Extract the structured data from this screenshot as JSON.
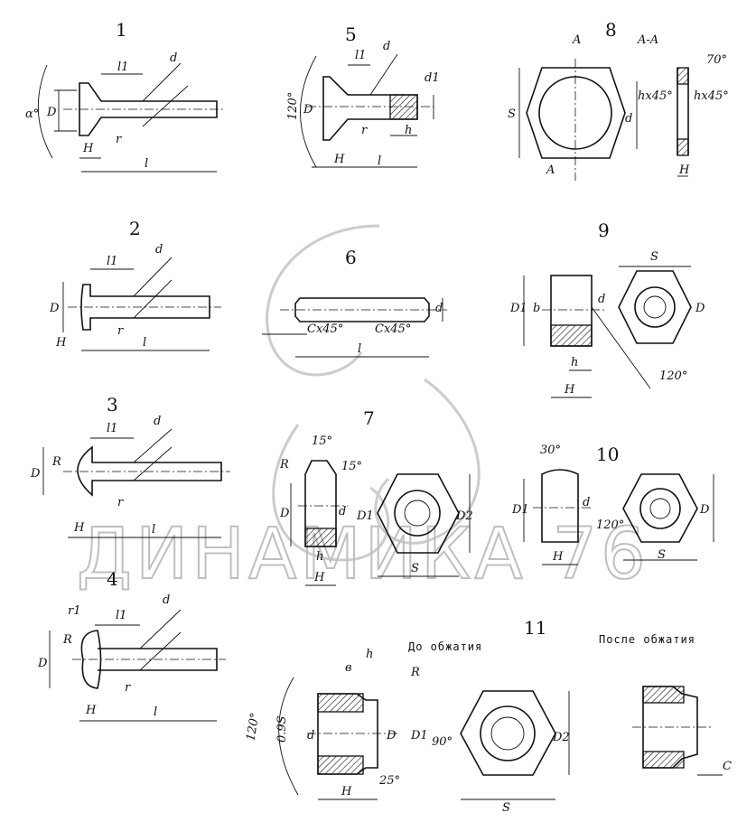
{
  "watermark": "ДИНАМИКА 76",
  "figures": [
    {
      "id": "fig1",
      "number": "1",
      "labels": [
        "l1",
        "d",
        "α°",
        "D",
        "H",
        "r",
        "l"
      ]
    },
    {
      "id": "fig2",
      "number": "2",
      "labels": [
        "l1",
        "d",
        "D",
        "H",
        "r",
        "l"
      ]
    },
    {
      "id": "fig3",
      "number": "3",
      "labels": [
        "l1",
        "d",
        "R",
        "D",
        "H",
        "r",
        "l"
      ]
    },
    {
      "id": "fig4",
      "number": "4",
      "labels": [
        "r1",
        "l1",
        "d",
        "R",
        "D",
        "H",
        "r",
        "l"
      ]
    },
    {
      "id": "fig5",
      "number": "5",
      "labels": [
        "l1",
        "d",
        "120°",
        "D",
        "d1",
        "H",
        "r",
        "l",
        "h"
      ]
    },
    {
      "id": "fig6",
      "number": "6",
      "labels": [
        "d",
        "Cx45°",
        "Cx45°",
        "l"
      ]
    },
    {
      "id": "fig7",
      "number": "7",
      "labels": [
        "15°",
        "R",
        "15°",
        "D",
        "d",
        "D1",
        "h",
        "H",
        "D2",
        "S"
      ]
    },
    {
      "id": "fig8",
      "number": "8",
      "labels": [
        "A",
        "A-A",
        "70°",
        "S",
        "hx45°",
        "hx45°",
        "d",
        "A",
        "H"
      ]
    },
    {
      "id": "fig9",
      "number": "9",
      "labels": [
        "S",
        "D1",
        "b",
        "d",
        "D",
        "h",
        "H",
        "120°"
      ]
    },
    {
      "id": "fig10",
      "number": "10",
      "labels": [
        "30°",
        "D1",
        "d",
        "120°",
        "H",
        "D",
        "S"
      ]
    },
    {
      "id": "fig11",
      "number": "11",
      "labels": [
        "в",
        "h",
        "R",
        "120°",
        "0.9S",
        "d",
        "D",
        "D1",
        "90°",
        "25°",
        "H",
        "D2",
        "S",
        "C"
      ]
    }
  ],
  "captions": {
    "before": "До обжатия",
    "after": "После обжатия"
  }
}
